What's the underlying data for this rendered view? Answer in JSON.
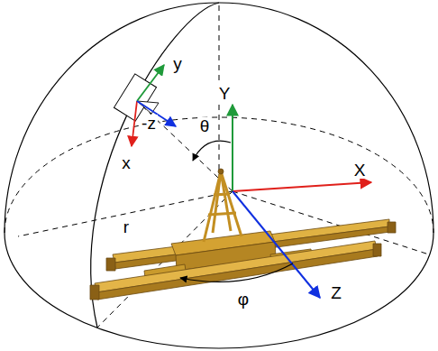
{
  "diagram": {
    "labels": [
      "y",
      "-z",
      "x",
      "Y",
      "θ",
      "X",
      "r",
      "φ",
      "Z"
    ]
  }
}
